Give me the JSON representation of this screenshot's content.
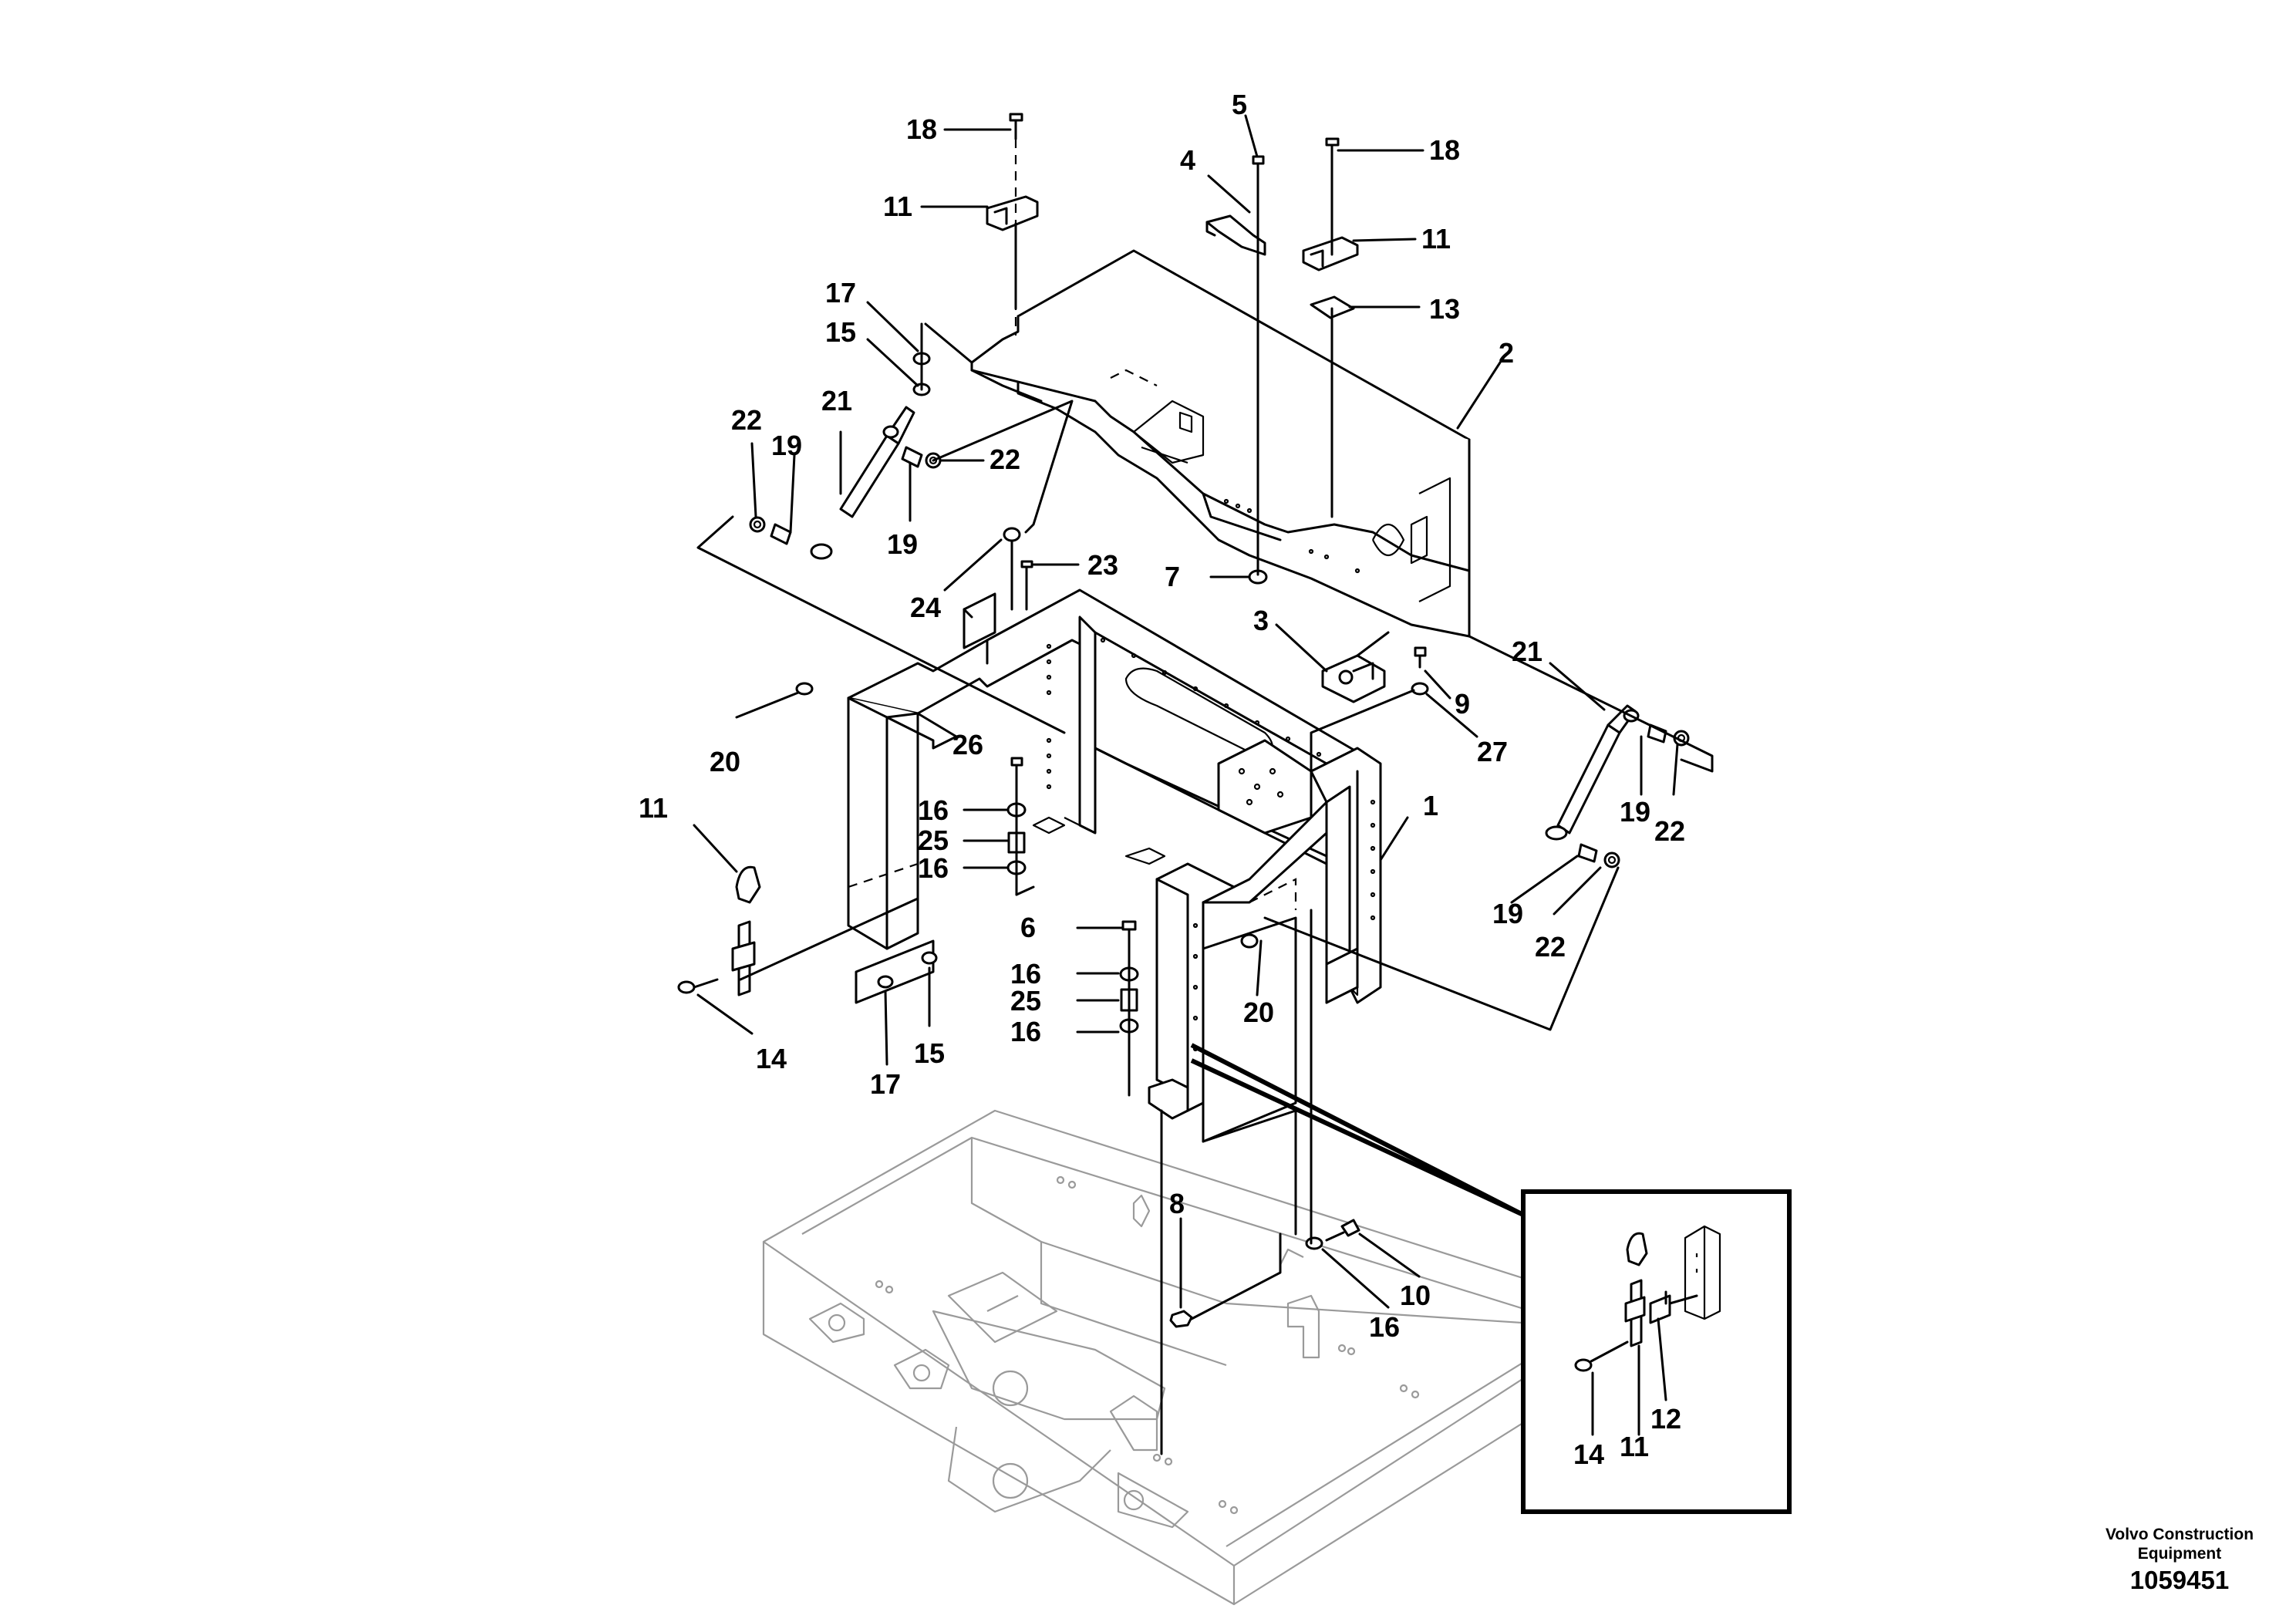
{
  "labels": {
    "l18a": "18",
    "l11a": "11",
    "l5": "5",
    "l4": "4",
    "l18b": "18",
    "l11b": "11",
    "l13": "13",
    "l2": "2",
    "l17a": "17",
    "l15a": "15",
    "l22a": "22",
    "l21a": "21",
    "l19a": "19",
    "l22b": "22",
    "l19b": "19",
    "l24": "24",
    "l23": "23",
    "l7": "7",
    "l3": "3",
    "l9": "9",
    "l27": "27",
    "l21b": "21",
    "l20a": "20",
    "l26": "26",
    "l16a": "16",
    "l25a": "25",
    "l16b": "16",
    "l11c": "11",
    "l1": "1",
    "l19c": "19",
    "l22c": "22",
    "l19d": "19",
    "l22d": "22",
    "l6": "6",
    "l16c": "16",
    "l25b": "25",
    "l16d": "16",
    "l20b": "20",
    "l14a": "14",
    "l17b": "17",
    "l15b": "15",
    "l8": "8",
    "l10": "10",
    "l16e": "16",
    "l12": "12",
    "l14b": "14",
    "l11d": "11"
  },
  "footer": {
    "brand_line1": "Volvo Construction",
    "brand_line2": "Equipment",
    "drawing_number": "1059451"
  }
}
